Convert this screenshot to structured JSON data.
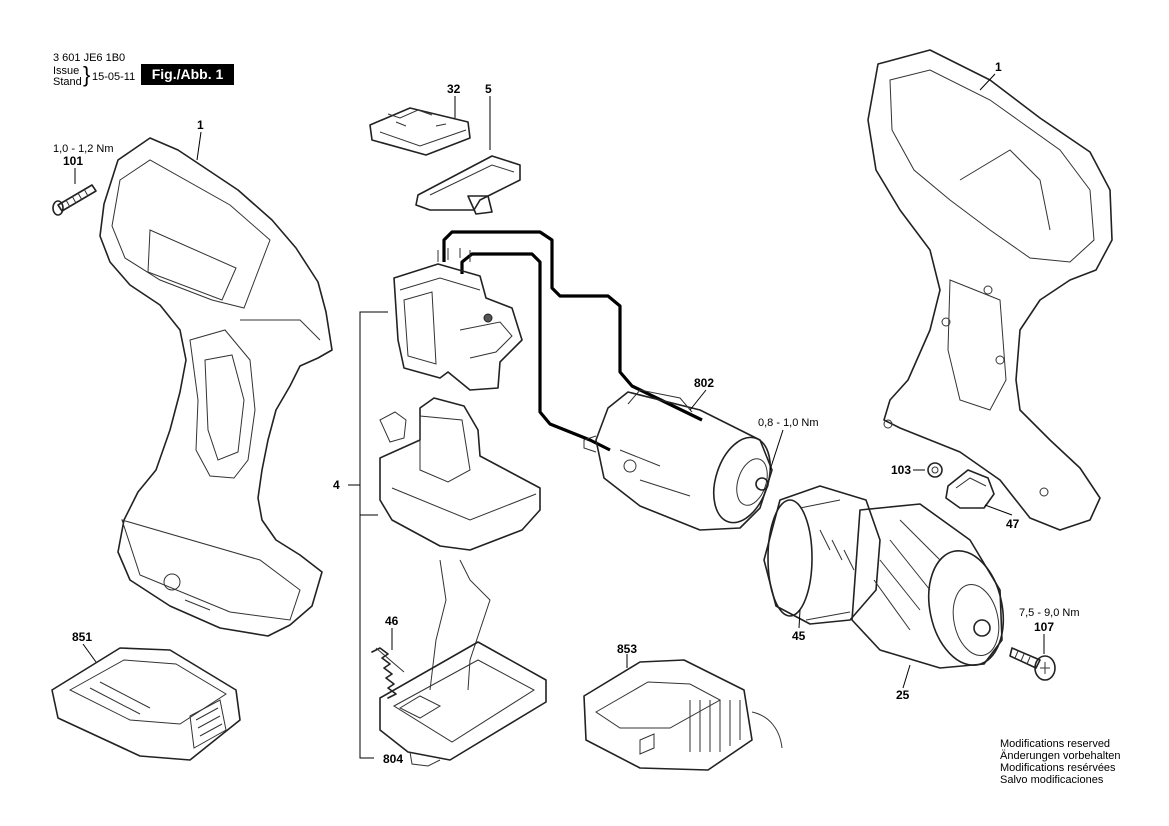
{
  "header": {
    "part_number": "3 601 JE6 1B0",
    "issue_label": "Issue",
    "stand_label": "Stand",
    "date": "15-05-11",
    "figure_label": "Fig./Abb. 1"
  },
  "labels": {
    "p1_left": "1",
    "p1_right": "1",
    "p4": "4",
    "p5": "5",
    "p25": "25",
    "p32": "32",
    "p45": "45",
    "p46": "46",
    "p47": "47",
    "p101": "101",
    "p103": "103",
    "p107": "107",
    "p802": "802",
    "p804": "804",
    "p851": "851",
    "p853": "853"
  },
  "torques": {
    "screw_101": "1,0 - 1,2 Nm",
    "motor_802": "0,8 - 1,0 Nm",
    "screw_107": "7,5 - 9,0 Nm"
  },
  "modifications": [
    "Modifications reserved",
    "Änderungen vorbehalten",
    "Modifications resérvées",
    "Salvo modificaciones"
  ]
}
